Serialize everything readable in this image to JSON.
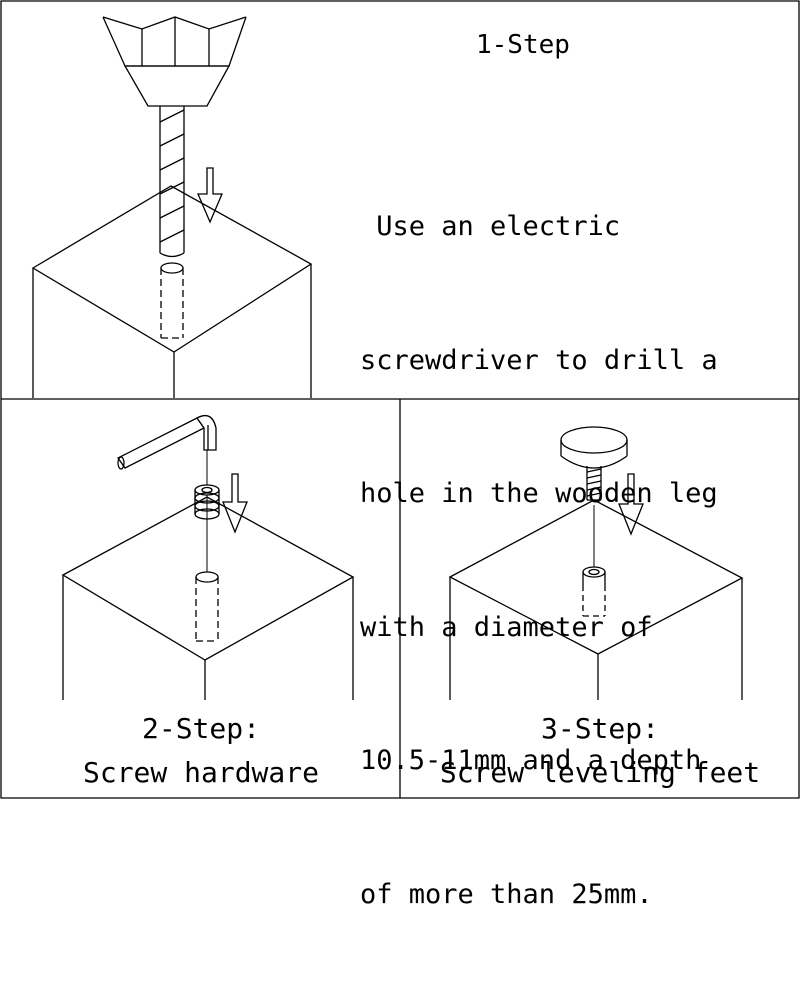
{
  "step1": {
    "title": "1-Step",
    "body_lines": [
      " Use an electric",
      "screwdriver to drill a",
      "hole in the wooden leg",
      "with a diameter of",
      "10.5-11mm and a depth",
      "of more than 25mm."
    ]
  },
  "step2": {
    "title": "2-Step:",
    "caption": "Screw hardware"
  },
  "step3": {
    "title": "3-Step:",
    "caption": "Screw leveling feet"
  },
  "colors": {
    "line": "#000000",
    "background": "#ffffff"
  }
}
